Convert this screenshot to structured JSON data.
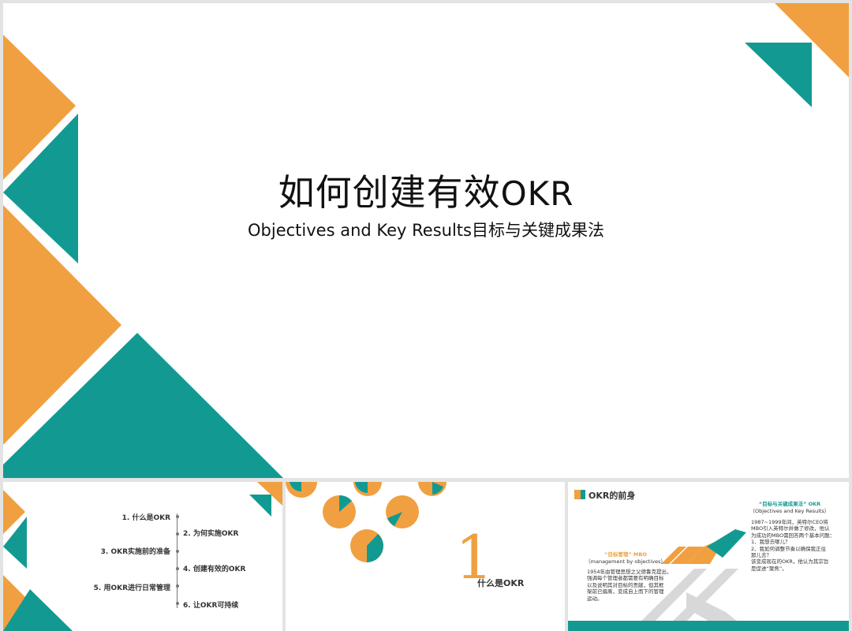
{
  "colors": {
    "accent_orange": "#f0a040",
    "accent_teal": "#129a92",
    "background": "#ffffff"
  },
  "main_slide": {
    "title_cn": "如何创建有效",
    "title_en": "OKR",
    "subtitle_en": "Objectives and Key Results",
    "subtitle_cn": "目标与关键成果法"
  },
  "thumb_agenda": {
    "items": [
      {
        "label": "1. 什么是OKR",
        "side": "left"
      },
      {
        "label": "2. 为何实施OKR",
        "side": "right"
      },
      {
        "label": "3. OKR实施前的准备",
        "side": "left"
      },
      {
        "label": "4. 创建有效的OKR",
        "side": "right"
      },
      {
        "label": "5. 用OKR进行日常管理",
        "side": "left"
      },
      {
        "label": "6. 让OKR可持续",
        "side": "right"
      }
    ]
  },
  "thumb_section": {
    "number": "1",
    "label": "什么是OKR"
  },
  "thumb_history": {
    "heading": "OKR的前身",
    "okr_title": "“目标与关键成果法” OKR",
    "okr_title_en": "（Objectives and Key Results）",
    "okr_lines": [
      "1987~1999年间，英特尔CEO将",
      "MBO引入英特尔并做了修改，他认",
      "为成功的MBO需回答两个基本问题：",
      "1、我想去哪儿？",
      "2、我如何调整节奏以确保我正往",
      "那儿去？",
      "该变成现在的OKR，他认为其宗旨",
      "是促进“聚焦”。"
    ],
    "mbo_title": "“目标管理” MBO",
    "mbo_title_en": "（management by objectives）",
    "mbo_lines": [
      "1954年由管理思想之父德鲁克提出，",
      "强调每个管理者都需要有明确目标",
      "以及说明其对目标的贡献，但其框",
      "架前已偏离，变成自上而下的管理",
      "运动。"
    ]
  }
}
